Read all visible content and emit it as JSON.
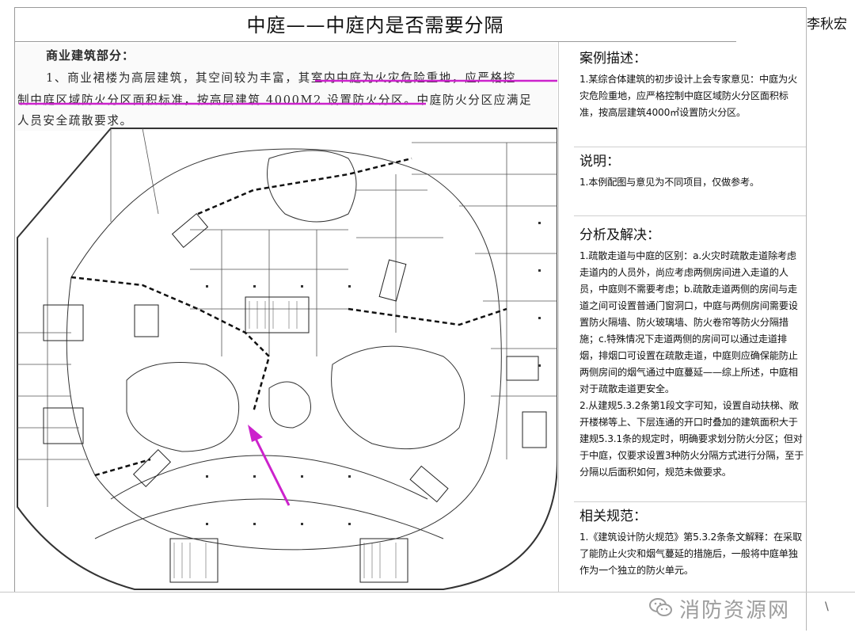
{
  "document": {
    "title": "中庭——中庭内是否需要分隔",
    "author": "李秋宏",
    "scan": {
      "heading": "商业建筑部分：",
      "lines": [
        "1、商业裙楼为高层建筑，其空间较为丰富，其室内中庭为火灾危险重地，应严格控",
        "制中庭区域防火分区面积标准，按高层建筑 4000M2 设置防火分区。中庭防火分区应满足",
        "人员安全疏散要求。"
      ]
    },
    "sections": [
      {
        "heading": "案例描述：",
        "body": "1.某综合体建筑的初步设计上会专家意见：中庭为火灾危险重地，应严格控制中庭区域防火分区面积标准，按高层建筑4000㎡设置防火分区。"
      },
      {
        "heading": "说明：",
        "body": "1.本例配图与意见为不同项目，仅做参考。"
      },
      {
        "heading": "分析及解决：",
        "body": "1.疏散走道与中庭的区别：a.火灾时疏散走道除考虑走道内的人员外，尚应考虑两侧房间进入走道的人员，中庭则不需要考虑；b.疏散走道两侧的房间与走道之间可设置普通门窗洞口，中庭与两侧房间需要设置防火隔墙、防火玻璃墙、防火卷帘等防火分隔措施；c.特殊情况下走道两侧的房间可以通过走道排烟，排烟口可设置在疏散走道，中庭则应确保能防止两侧房间的烟气通过中庭蔓延——综上所述，中庭相对于疏散走道更安全。",
        "body2": "2.从建规5.3.2条第1段文字可知，设置自动扶梯、敞开楼梯等上、下层连通的开口时叠加的建筑面积大于建规5.3.1条的规定时，明确要求划分防火分区；但对于中庭，仅要求设置3种防火分隔方式进行分隔，至于分隔以后面积如何，规范未做要求。"
      },
      {
        "heading": "相关规范：",
        "body": "1.《建筑设计防火规范》第5.3.2条条文解释：在采取了能防止火灾和烟气蔓延的措施后，一般将中庭单独作为一个独立的防火单元。"
      }
    ],
    "watermark": "消防资源网",
    "watermark_cut": "\\",
    "colors": {
      "highlight": "#cc22cc",
      "line": "#333333"
    }
  }
}
